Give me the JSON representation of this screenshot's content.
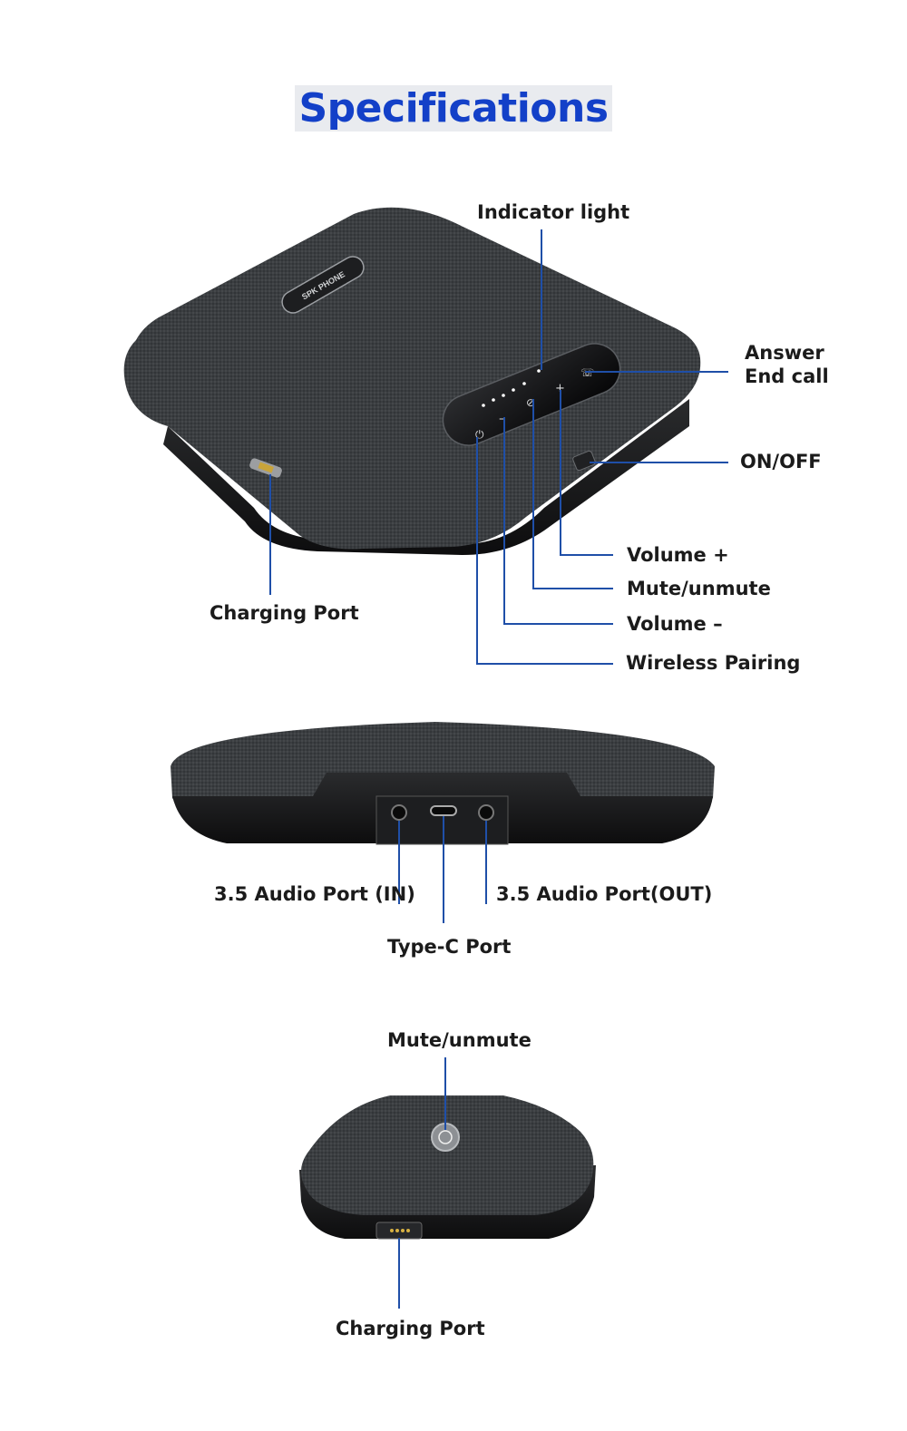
{
  "title": "Specifications",
  "colors": {
    "title": "#1340c8",
    "callout_line": "#1f4fa8",
    "fabric": "#3a3d40",
    "base": "#141516"
  },
  "device_top": {
    "logo": "SPK PHONE",
    "labels": {
      "indicator_light": "Indicator light",
      "answer": "Answer",
      "end_call": "End call",
      "on_off": "ON/OFF",
      "volume_plus": "Volume +",
      "mute_unmute": "Mute/unmute",
      "volume_minus": "Volume –",
      "wireless_pairing": "Wireless Pairing",
      "charging_port": "Charging Port"
    }
  },
  "device_side": {
    "labels": {
      "audio_in": "3.5 Audio Port (IN)",
      "type_c": "Type-C Port",
      "audio_out": "3.5 Audio Port(OUT)"
    }
  },
  "device_small": {
    "labels": {
      "mute_unmute": "Mute/unmute",
      "charging_port": "Charging Port"
    }
  }
}
